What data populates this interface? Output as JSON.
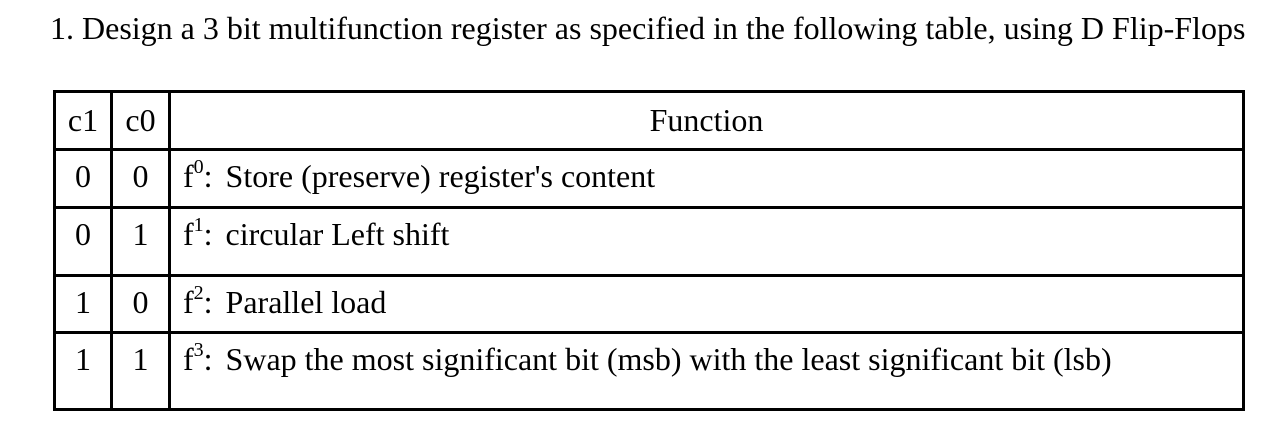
{
  "title": "1. Design a 3 bit multifunction register as specified in the following table, using D Flip-Flops",
  "colors": {
    "background": "#ffffff",
    "text": "#000000",
    "table_border": "#000000"
  },
  "table": {
    "headers": [
      "c1",
      "c0",
      "Function"
    ],
    "rows": [
      {
        "c1": "0",
        "c0": "0",
        "f": "f",
        "sup": "0",
        "colon": ":",
        "desc": "Store (preserve) register's content"
      },
      {
        "c1": "0",
        "c0": "1",
        "f": "f",
        "sup": "1",
        "colon": ":",
        "desc": "circular Left shift"
      },
      {
        "c1": "1",
        "c0": "0",
        "f": "f",
        "sup": "2",
        "colon": ":",
        "desc": "Parallel load"
      },
      {
        "c1": "1",
        "c0": "1",
        "f": "f",
        "sup": "3",
        "colon": ":",
        "desc": "Swap the most significant bit (msb) with the least significant bit (lsb)"
      }
    ]
  }
}
